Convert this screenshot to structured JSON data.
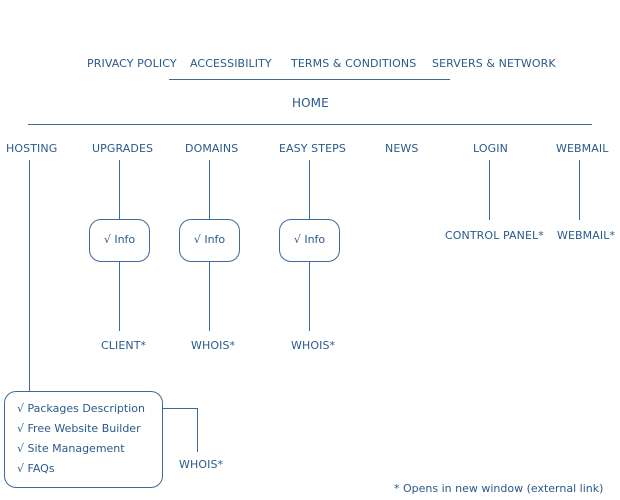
{
  "top_links": {
    "privacy": "PRIVACY POLICY",
    "accessibility": "ACCESSIBILITY",
    "terms": "TERMS & CONDITIONS",
    "servers": "SERVERS & NETWORK"
  },
  "home": "HOME",
  "sections": {
    "hosting": "HOSTING",
    "upgrades": "UPGRADES",
    "domains": "DOMAINS",
    "easy_steps": "EASY STEPS",
    "news": "NEWS",
    "login": "LOGIN",
    "webmail": "WEBMAIL"
  },
  "info_label": "√ Info",
  "sub": {
    "client": "CLIENT*",
    "whois_domains": "WHOIS*",
    "whois_easy": "WHOIS*",
    "control_panel": "CONTROL PANEL*",
    "webmail_ext": "WEBMAIL*",
    "whois_hosting": "WHOIS*"
  },
  "hosting_items": [
    "√ Packages Description",
    "√ Free Website Builder",
    "√ Site Management",
    "√ FAQs"
  ],
  "footnote": "* Opens in new window (external link)"
}
